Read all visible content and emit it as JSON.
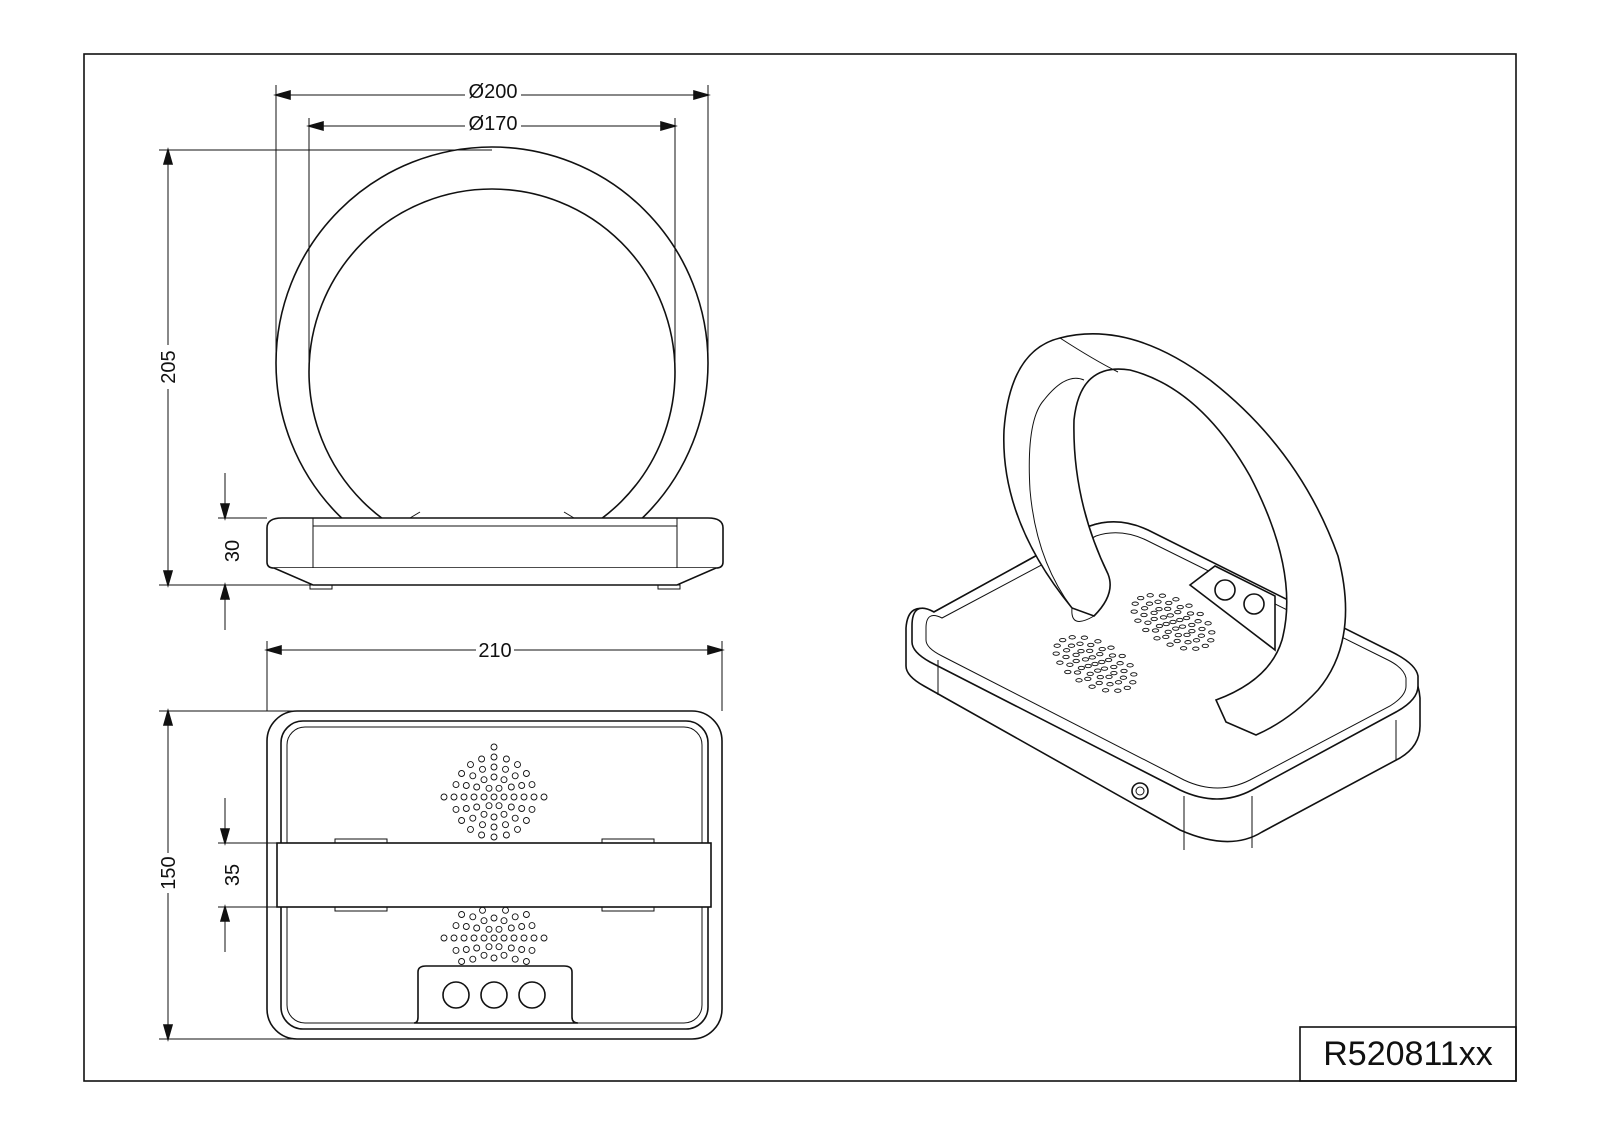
{
  "drawing": {
    "code": "R520811xx",
    "dimensions": {
      "outer_diameter": "Ø200",
      "inner_diameter": "Ø170",
      "total_height": "205",
      "base_height": "30",
      "base_width": "210",
      "base_depth": "150",
      "band_width": "35"
    },
    "views": [
      "front-view",
      "top-view",
      "isometric-view"
    ]
  }
}
